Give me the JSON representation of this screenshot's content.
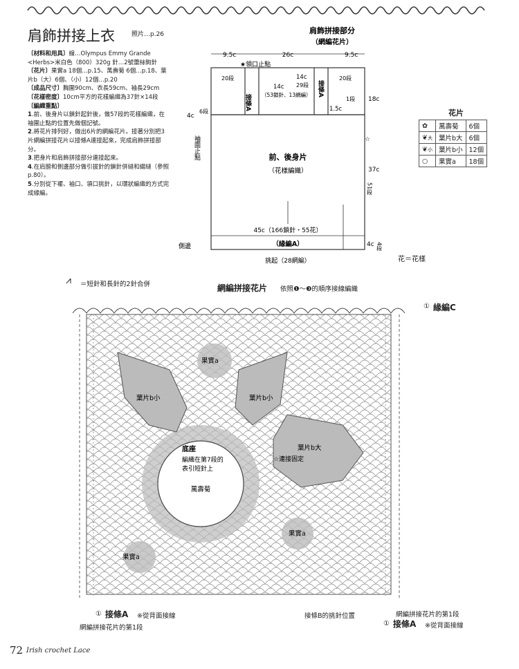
{
  "page": {
    "title": "肩飾拼接上衣",
    "photo_ref": "照片…p.26",
    "page_number": "72",
    "footer_script": "Irish crochet Lace"
  },
  "spec": {
    "materials_label": "〔材料和用具〕",
    "materials": "線…Olympus Emmy Grande <Herbs>米白色（800）320g  針…2號蕾絲鉤針",
    "motifs_label": "〔花片〕",
    "motifs": "果實a 18個…p.15、萬壽菊 6個…p.18、葉片b（大）6個、（小）12個…p.20",
    "size_label": "〔成品尺寸〕",
    "size": "胸圍90cm、衣長59cm、袖長29cm",
    "gauge_label": "〔花樣密度〕",
    "gauge": "10cm平方的花樣編織為37針×14段",
    "points_label": "〔編織重點〕",
    "points": [
      {
        "n": "1",
        "t": ".前、後身片以鎖針起針後，做57段的花樣編織，在袖圍止點的位置先做個記號。"
      },
      {
        "n": "2",
        "t": ".將花片排列好，做出6片的網編花片。接著分別把3片網編拼接花片以接條A連接起來，完成肩飾拼接部分。"
      },
      {
        "n": "3",
        "t": ".把身片和肩飾拼接部分連接起來。"
      },
      {
        "n": "4",
        "t": ".在肩膀和側邊部分做引拔針的鎖針併縫和綴縫（參照p.80）。"
      },
      {
        "n": "5",
        "t": ".分別從下襬、袖口、領口挑針，以環狀編織的方式完成緣編。"
      }
    ]
  },
  "garment": {
    "top_title": "肩飾拼接部分",
    "top_sub": "（網編花片）",
    "w_left": "9.5c",
    "w_mid": "26c",
    "w_right": "9.5c",
    "neck_stop": "★領口止點",
    "rows_20_left": "20段",
    "rows_20_right": "20段",
    "strip_a_left": "接條A",
    "strip_a_right": "接條A",
    "c14": "14c",
    "c14b": "14c",
    "rows29": "29段",
    "chains53": "（53鎖針、13網編）",
    "c1_5": "1.5c",
    "rows1": "1段",
    "h18": "18c",
    "h4_left": "4c",
    "rows6": "6段",
    "body_title": "前、後身片",
    "body_sub": "（花樣編織）",
    "armhole": "袖圍止點",
    "h37": "37c",
    "rows51": "51段",
    "bottom_w": "45c（166鎖針・55花）",
    "hem": "（緣編A）",
    "h4_right": "4c",
    "rows4": "4段",
    "side": "側邊",
    "pickup": "挑起（28網編）",
    "star": "☆"
  },
  "legend": {
    "title": "花片",
    "rows": [
      {
        "icon": "marigold-icon",
        "name": "萬壽菊",
        "qty": "6個"
      },
      {
        "icon": "leaf-large-icon",
        "prefix": "大",
        "name": "葉片b大",
        "qty": "6個"
      },
      {
        "icon": "leaf-small-icon",
        "prefix": "小",
        "name": "葉片b小",
        "qty": "12個"
      },
      {
        "icon": "fruit-icon",
        "name": "果實a",
        "qty": "18個"
      }
    ],
    "note": "花＝花樣"
  },
  "mesh": {
    "symbol_note": "＝短針和長針的2針合併",
    "title": "網編拼接花片",
    "order_note": "依照❶～❸的順序接線編織",
    "edge_c_num": "①",
    "edge_c": "緣編C",
    "leaf_small_1": "葉片b小",
    "leaf_small_2": "葉片b小",
    "leaf_large": "葉片b大",
    "fruit_1": "果實a",
    "fruit_2": "果實a",
    "fruit_3": "果實a",
    "base": "底座",
    "base_note1": "編織在第7段的",
    "base_note2": "表引短針上",
    "marigold": "萬壽菊",
    "connect": "☆連接固定",
    "strip_a_left_num": "①",
    "strip_a_left": "接條A",
    "strip_a_left_note": "※從背面接線",
    "row1_left": "網編拼接花片的第1段",
    "pickup_b": "接條B的挑針位置",
    "row1_right": "網編拼接花片的第1段",
    "strip_a_right_num": "①",
    "strip_a_right": "接條A",
    "strip_a_right_note": "※從背面接線"
  }
}
